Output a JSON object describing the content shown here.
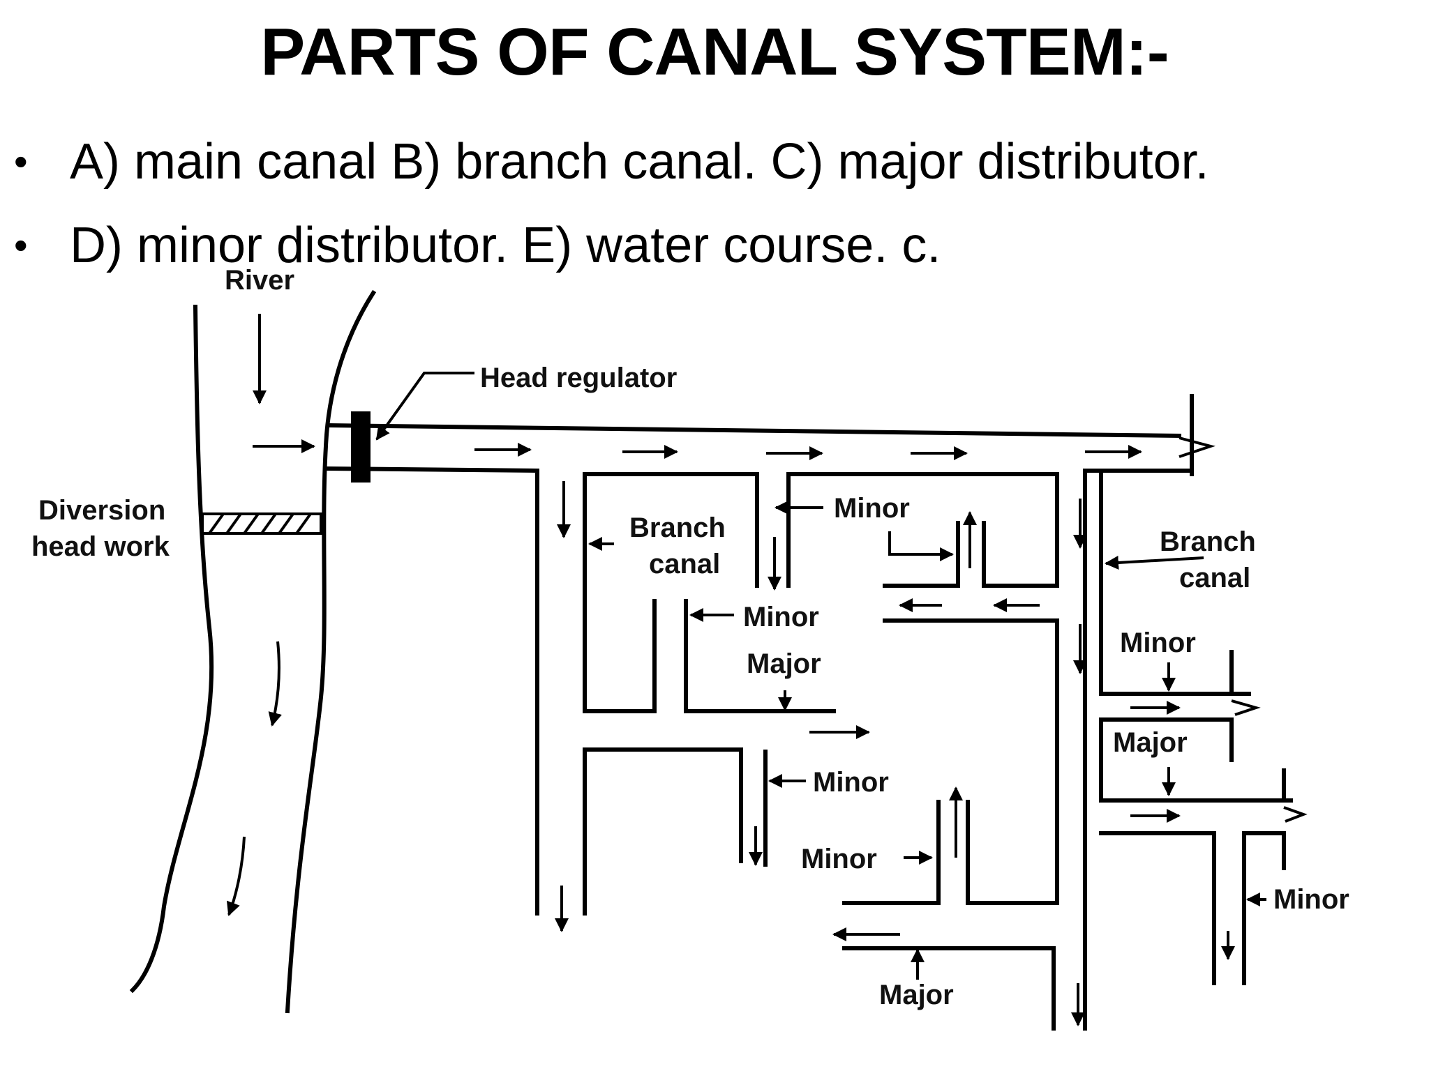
{
  "slide": {
    "title": "PARTS OF CANAL SYSTEM:-",
    "bullets": [
      "A) main canal  B) branch canal.  C) major distributor.",
      "D) minor distributor. E) water course. c."
    ]
  },
  "diagram": {
    "labels": {
      "river": "River",
      "head_regulator": "Head regulator",
      "diversion_1": "Diversion",
      "diversion_2": "head work",
      "branch_left_1": "Branch",
      "branch_left_2": "canal",
      "branch_right_1": "Branch",
      "branch_right_2": "canal",
      "minor_a": "Minor",
      "minor_b": "Minor",
      "minor_c": "Minor",
      "minor_d": "Minor",
      "minor_e": "Minor",
      "minor_f": "Minor",
      "major_a": "Major",
      "major_b": "Major",
      "major_c": "Major"
    }
  },
  "colors": {
    "ink": "#000000",
    "background": "#ffffff"
  }
}
